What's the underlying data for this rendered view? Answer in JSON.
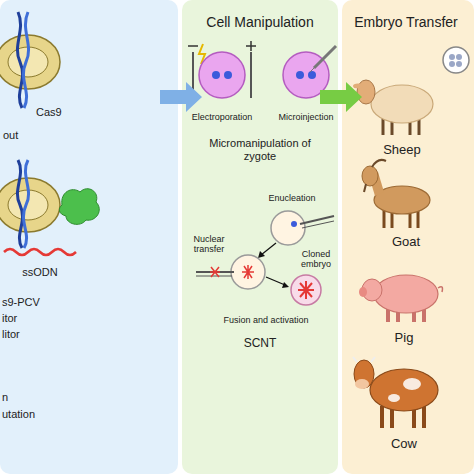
{
  "diagram": {
    "nodes": [
      {
        "text": [
          "Cas9",
          "out",
          "ssODN",
          "s9-PCV",
          "itor",
          "litor",
          "n",
          "utation"
        ]
      },
      {
        "text": [
          "Cell Manipulation",
          "Electroporation",
          "Microinjection",
          "Micromanipulation of zygote",
          "Enucleation",
          "Nuclear transfer",
          "Cloned embryo",
          "Fusion and activation",
          "SCNT"
        ]
      },
      {
        "text": [
          "Embryo Transfer",
          "Sheep",
          "Goat",
          "Pig",
          "Cow"
        ]
      }
    ],
    "edges": [
      {
        "from": 0,
        "to": 1,
        "arrow": "to"
      },
      {
        "from": 1,
        "to": 2,
        "arrow": "to"
      }
    ]
  }
}
